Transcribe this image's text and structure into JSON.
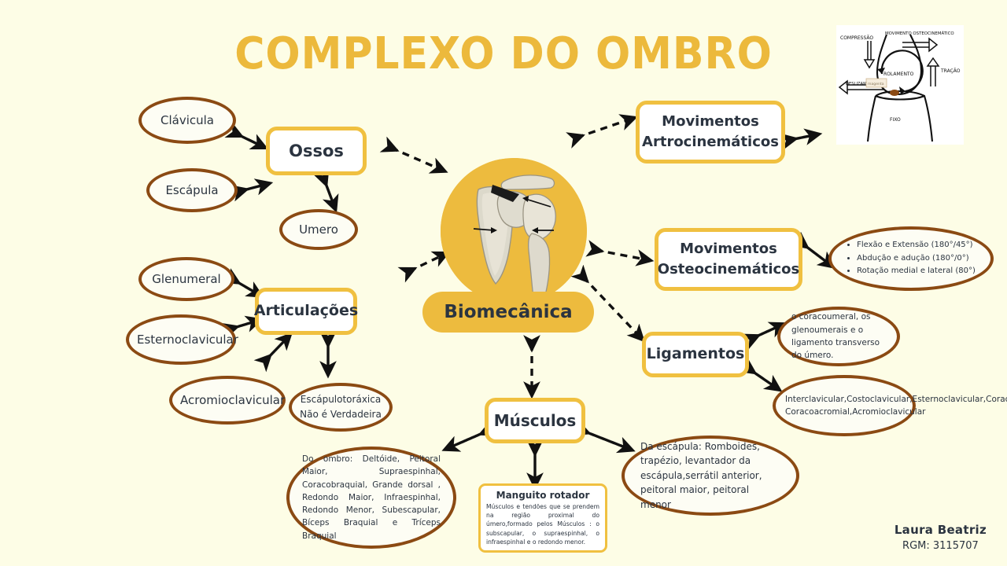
{
  "page": {
    "title": "COMPLEXO DO OMBRO",
    "background_color": "#FDFDE6",
    "accent_yellow": "#F0C040",
    "accent_brown": "#8B4A13",
    "text_color": "#2B3440"
  },
  "center": {
    "label": "Biomecânica",
    "image_name": "shoulder-bones-anatomy"
  },
  "branches": {
    "ossos": {
      "label": "Ossos",
      "children": [
        {
          "label": "Clávicula"
        },
        {
          "label": "Escápula"
        },
        {
          "label": "Umero"
        }
      ]
    },
    "articulacoes": {
      "label": "Articulações",
      "children": [
        {
          "label": "Glenumeral"
        },
        {
          "label": "Esternoclavicular"
        },
        {
          "label": "Acromioclavicular"
        },
        {
          "line1": "Escápulotoráxica",
          "line2": "Não é Verdadeira"
        }
      ]
    },
    "artrocinematicos": {
      "line1": "Movimentos",
      "line2": "Artrocinemáticos"
    },
    "osteocinematicos": {
      "line1": "Movimentos",
      "line2": "Osteocinemáticos",
      "detail_bullets": [
        "Flexão e Extensão (180°/45°)",
        "Abdução e adução (180°/0°)",
        "Rotação medial e lateral (80°)"
      ]
    },
    "ligamentos": {
      "label": "Ligamentos",
      "detail_top": "o coracoumeral, os glenoumerais e o ligamento transverso do úmero.",
      "detail_bottom": "Interclavicular,Costoclavicular,Esternoclavicular,Coracoclavicular, Coracoacromial,Acromioclavicular"
    },
    "musculos": {
      "label": "Músculos",
      "detail_left": "Do ombro: Deltóide, Peitoral Maior, Supraespinhal, Coracobraquial, Grande dorsal , Redondo Maior, Infraespinhal, Redondo Menor, Subescapular, Bíceps Braquial e Tríceps Braquial",
      "detail_right": "Da escápula: Romboides, trapézio, levantador da escápula,serrátil anterior, peitoral maior, peitoral menor",
      "manguito": {
        "title": "Manguito rotador",
        "body": "Músculos e tendões que se prendem na região proximal do úmero,formado pelos Músculos : o subscapular, o supraespinhal, o infraespinhal e o redondo menor."
      }
    }
  },
  "diagram": {
    "name": "arthrokinematics-joint-diagram",
    "labels": {
      "compressao": "COMPRESSÃO",
      "movimento": "MOVIMENTO OSTEOCINEMÁTICO",
      "rolamento": "ROLAMENTO",
      "tracao": "TRAÇÃO",
      "deslizamento": "DESLIZAMENTO",
      "fixo": "FIXO"
    }
  },
  "signature": {
    "name": "Laura Beatriz",
    "rgm": "RGM: 3115707"
  }
}
